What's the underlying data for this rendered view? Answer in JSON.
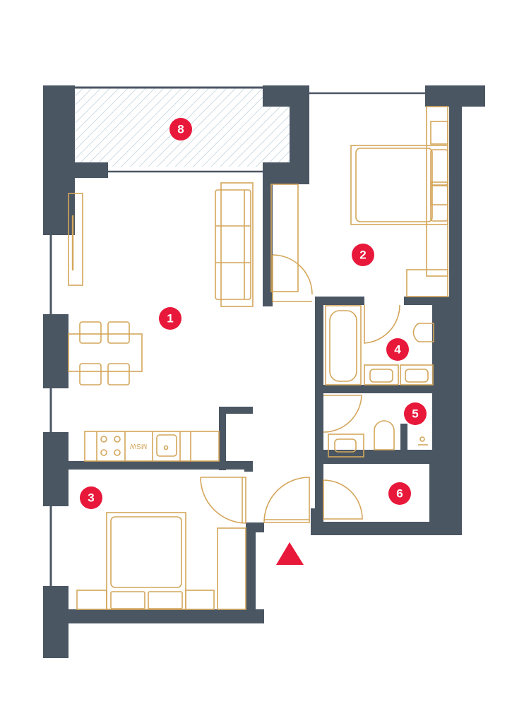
{
  "plan": {
    "colors": {
      "wall": "#4b5663",
      "furniture": "#d4a65a",
      "badge": "#e8183a",
      "badge_text": "#ffffff",
      "balcony_hatch": "#b8ccd6",
      "entrance_arrow": "#e8183a"
    },
    "rooms": [
      {
        "id": "1",
        "label": "1",
        "type": "living-kitchen-dining"
      },
      {
        "id": "2",
        "label": "2",
        "type": "bedroom"
      },
      {
        "id": "3",
        "label": "3",
        "type": "bedroom"
      },
      {
        "id": "4",
        "label": "4",
        "type": "bathroom"
      },
      {
        "id": "5",
        "label": "5",
        "type": "wc"
      },
      {
        "id": "6",
        "label": "6",
        "type": "storage"
      },
      {
        "id": "8",
        "label": "8",
        "type": "balcony"
      }
    ],
    "kitchen": {
      "appliance_label": "MSW"
    },
    "entrance": {
      "icon": "entrance-arrow-icon"
    }
  }
}
